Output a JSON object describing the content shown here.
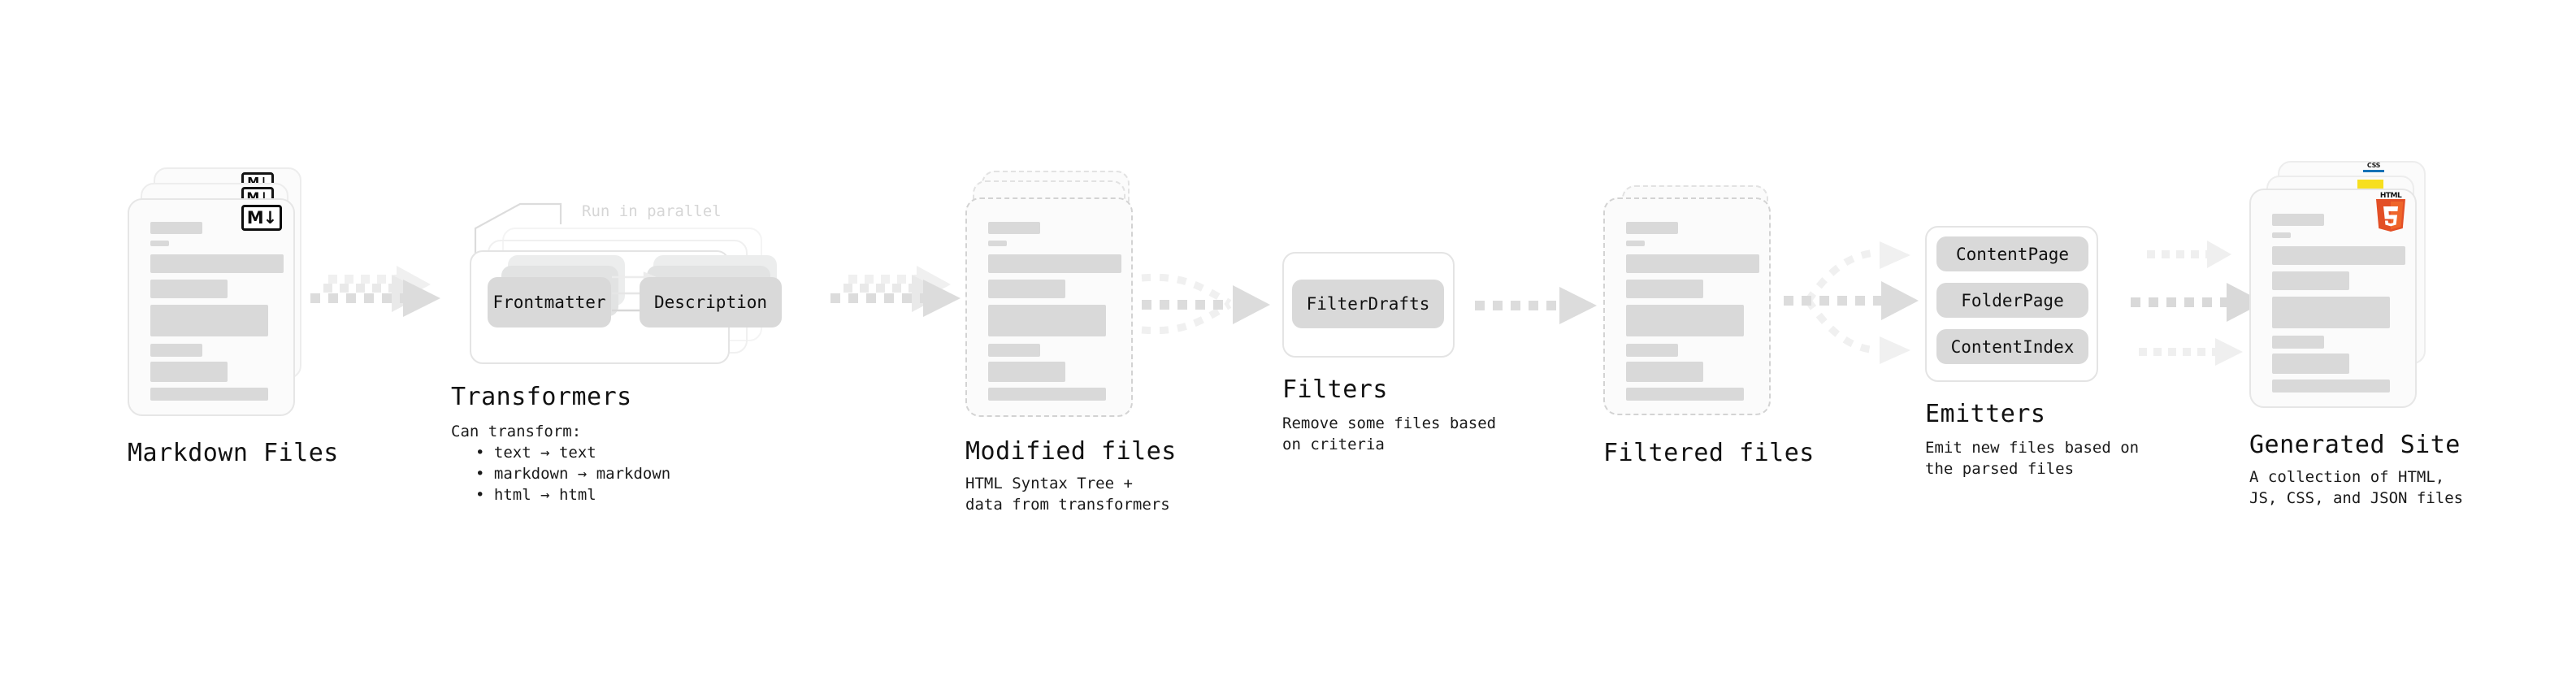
{
  "diagram": {
    "title_font_note": "monospace technical flow diagram",
    "stages": [
      {
        "id": "markdown-files",
        "title": "Markdown Files",
        "description": "",
        "icon": "markdown-icon",
        "icon_text": "M↓"
      },
      {
        "id": "transformers",
        "title": "Transformers",
        "description": "Can transform:",
        "note": "Run in parallel",
        "bullets": [
          "text → text",
          "markdown → markdown",
          "html → html"
        ],
        "pills": [
          "Frontmatter",
          "Description"
        ]
      },
      {
        "id": "modified-files",
        "title": "Modified files",
        "description": "HTML Syntax Tree +\ndata from transformers"
      },
      {
        "id": "filters",
        "title": "Filters",
        "description": "Remove some files based\non criteria",
        "pills": [
          "FilterDrafts"
        ]
      },
      {
        "id": "filtered-files",
        "title": "Filtered files",
        "description": ""
      },
      {
        "id": "emitters",
        "title": "Emitters",
        "description": "Emit new files based on\nthe parsed files",
        "pills": [
          "ContentPage",
          "FolderPage",
          "ContentIndex"
        ]
      },
      {
        "id": "generated-site",
        "title": "Generated Site",
        "description": "A collection of HTML,\nJS, CSS, and JSON files",
        "icons": [
          "html5-icon",
          "js-icon",
          "css-icon"
        ],
        "html5_label": "HTML",
        "html5_digit": "5",
        "css_label": "CSS"
      }
    ],
    "colors": {
      "background": "#ffffff",
      "text": "#111111",
      "bar": "#d9d9d9",
      "card_border": "#e6e6e6",
      "dashed_border": "#d3d3d3",
      "pill": "#d9d9d9",
      "arrow": "#d8d8d8",
      "arrow_faint": "#efefef",
      "note_text": "#d6d6d6",
      "html5_orange": "#e34f26",
      "js_yellow": "#f7df1e",
      "css_blue": "#1572b6"
    }
  }
}
